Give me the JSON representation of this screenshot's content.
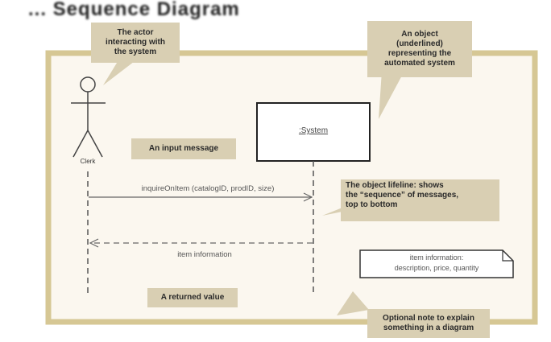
{
  "diagram": {
    "title": "... Sequence Diagram",
    "caption": "",
    "actor": {
      "name": "Clerk"
    },
    "system_object": {
      "label": ":System"
    },
    "messages": {
      "input": "inquireOnItem (catalogID, prodID, size)",
      "returned": "item information"
    },
    "note": {
      "line1": "item information:",
      "line2": "description, price, quantity"
    },
    "callouts": {
      "actor": [
        "The actor",
        "interacting with",
        "the system"
      ],
      "object": [
        "An object",
        "(underlined)",
        "representing the",
        "automated system"
      ],
      "input_message": "An input message",
      "lifeline": [
        "The object lifeline: shows",
        "the “sequence” of messages,",
        "top to bottom"
      ],
      "returned_value": "A returned value",
      "optional_note": [
        "Optional note to explain",
        "something in a diagram"
      ]
    },
    "colors": {
      "frame": "#d6c794",
      "frame_fill": "#fbf7ef",
      "callout": "#d9cfb3",
      "line": "#555555"
    }
  }
}
